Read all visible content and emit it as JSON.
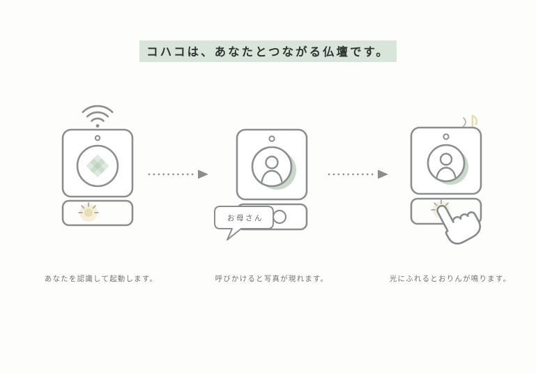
{
  "page": {
    "title": "コハコは、あなたとつながる仏壇です。"
  },
  "colors": {
    "line_gray": "#8a8e8c",
    "highlight_green": "#d9e5db",
    "accent_green": "#c8d8c9",
    "pattern_green": "#bed1bf",
    "accent_cream": "#e8deb2",
    "halo_cream": "#f5efdb",
    "title_text": "#303534",
    "caption_gray": "#6e7472"
  },
  "steps": [
    {
      "id": "wake",
      "caption": "あなたを認識して起動します。",
      "icons": [
        "wifi-icon",
        "camera-dot-icon",
        "pattern-circle-icon",
        "glow-light-icon"
      ]
    },
    {
      "id": "photo",
      "caption": "呼びかけると写真が現れます。",
      "speech_label": "お母さん",
      "icons": [
        "camera-dot-icon",
        "person-photo-icon",
        "speech-bubble-icon"
      ]
    },
    {
      "id": "bell",
      "caption": "光にふれるとおりんが鳴ります。",
      "icons": [
        "music-note-icon",
        "person-photo-icon",
        "glow-light-icon",
        "touch-hand-icon"
      ]
    }
  ]
}
